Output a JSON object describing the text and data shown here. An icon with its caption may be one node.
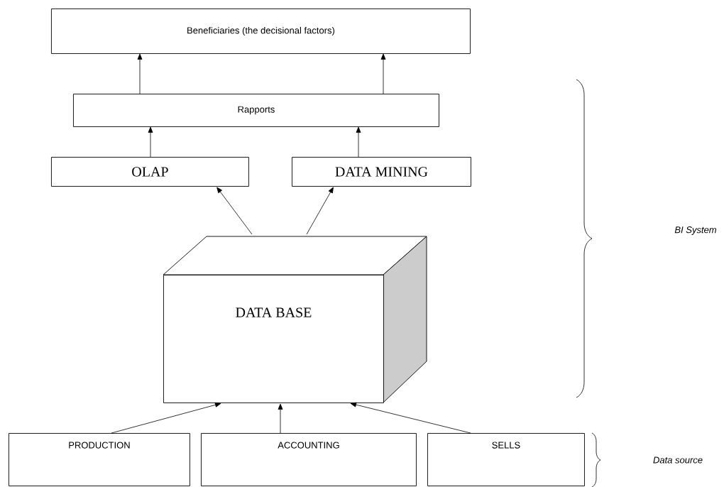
{
  "diagram": {
    "nodes": [
      {
        "text": [
          "Beneficiaries (the decisional factors)"
        ]
      },
      {
        "text": [
          "Rapports"
        ]
      },
      {
        "text": [
          "OLAP"
        ]
      },
      {
        "text": [
          "DATA MINING"
        ]
      },
      {
        "text": [
          "DATA BASE"
        ]
      },
      {
        "text": [
          "PRODUCTION"
        ]
      },
      {
        "text": [
          "ACCOUNTING"
        ]
      },
      {
        "text": [
          "SELLS"
        ]
      }
    ],
    "edges": [
      {
        "from": 1,
        "to": 0,
        "arrow": "to"
      },
      {
        "from": 1,
        "to": 0,
        "arrow": "to"
      },
      {
        "from": 2,
        "to": 1,
        "arrow": "to"
      },
      {
        "from": 3,
        "to": 1,
        "arrow": "to"
      },
      {
        "from": 4,
        "to": 2,
        "arrow": "to"
      },
      {
        "from": 4,
        "to": 3,
        "arrow": "to"
      },
      {
        "from": 5,
        "to": 4,
        "arrow": "to"
      },
      {
        "from": 6,
        "to": 4,
        "arrow": "to"
      },
      {
        "from": 7,
        "to": 4,
        "arrow": "to"
      }
    ],
    "labels": [
      "BI System",
      "Data source"
    ]
  }
}
